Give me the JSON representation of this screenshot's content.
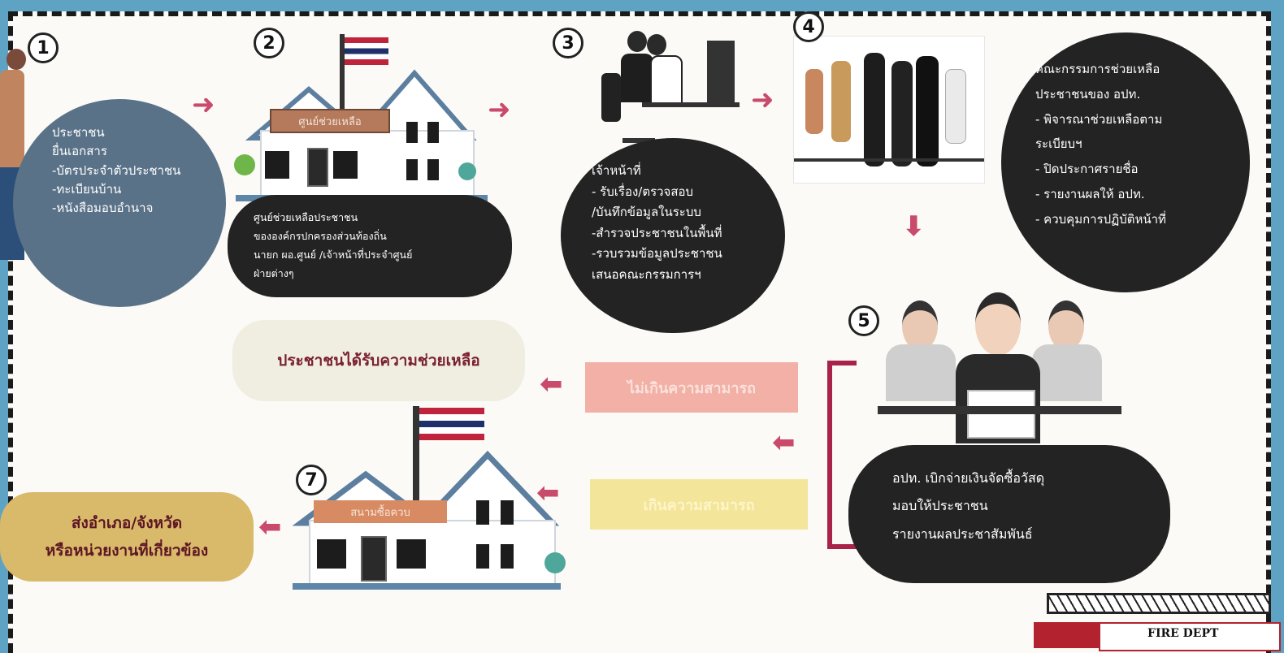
{
  "steps": [
    "1",
    "2",
    "3",
    "4",
    "5",
    "7"
  ],
  "step1": {
    "lines": [
      "ประชาชน",
      "ยื่นเอกสาร",
      "-บัตรประจำตัวประชาชน",
      "-ทะเบียนบ้าน",
      "-หนังสือมอบอำนาจ"
    ]
  },
  "step2": {
    "sign": "ศูนย์ช่วยเหลือ",
    "lines": [
      "ศูนย์ช่วยเหลือประชาชน",
      "ขององค์กรปกครองส่วนท้องถิ่น",
      "นายก ผอ.ศูนย์ /เจ้าหน้าที่ประจำศูนย์",
      "ฝ่ายต่างๆ"
    ]
  },
  "step3": {
    "lines": [
      "เจ้าหน้าที่",
      "- รับเรื่อง/ตรวจสอบ",
      "/บันทึกข้อมูลในระบบ",
      "-สำรวจประชาชนในพื้นที่",
      "-รวบรวมข้อมูลประชาชน",
      "เสนอคณะกรรมการฯ"
    ]
  },
  "step4": {
    "lines": [
      "คณะกรรมการช่วยเหลือ",
      "ประชาชนของ อปท.",
      "- พิจารณาช่วยเหลือตาม",
      "ระเบียบฯ",
      "- ปิดประกาศรายชื่อ",
      "- รายงานผลให้ อปท.",
      "- ควบคุมการปฏิบัติหน้าที่"
    ]
  },
  "step5": {
    "lines": [
      "อปท. เบิกจ่ายเงินจัดซื้อวัสดุ",
      "มอบให้ประชาชน",
      "รายงานผลประชาสัมพันธ์"
    ]
  },
  "outcome": {
    "text": "ประชาชนได้รับความช่วยเหลือ"
  },
  "conditions": {
    "within": "ไม่เกินความสามารถ",
    "beyond": "เกินความสามารถ"
  },
  "step7": {
    "sign": "สนามซื้อควบ",
    "lines": [
      "ส่งอำเภอ/จังหวัด",
      "หรือหน่วยงานที่เกี่ยวข้อง"
    ]
  },
  "truck": {
    "label": "FIRE DEPT"
  },
  "colors": {
    "arrow": "#c94a6a",
    "dark_bubble": "#232323",
    "grey_bubble": "#5a7288",
    "within_box": "#f2b0a6",
    "beyond_box": "#f3e59a",
    "outcome_pill": "#efeee0",
    "final_pill": "#d9b96a"
  }
}
